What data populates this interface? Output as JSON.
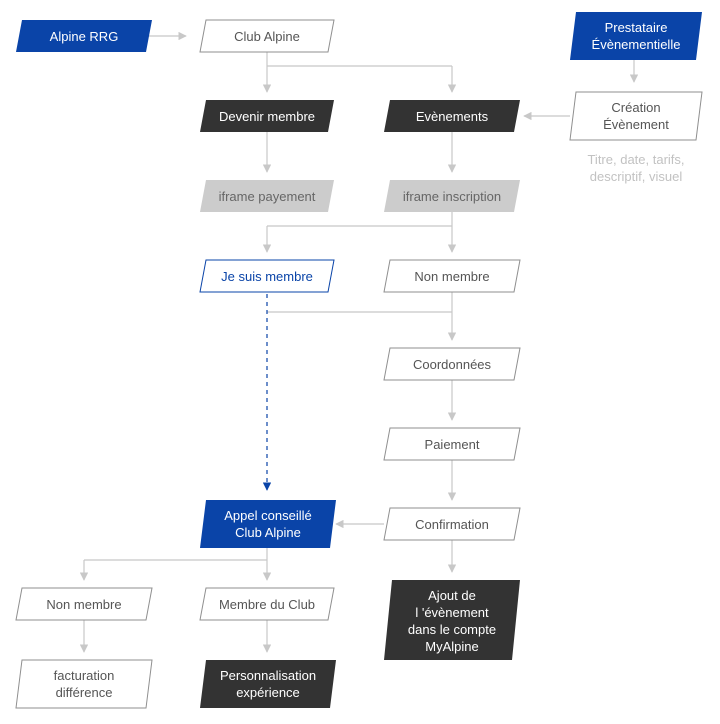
{
  "colors": {
    "blue": "#0a44a8",
    "dark": "#333333",
    "gray_fill": "#cccccc",
    "outline": "#8f8f8f",
    "arrow": "#c8c8c8",
    "text_dark": "#555555",
    "text_light": "#ffffff",
    "note_text": "#c2c2c2"
  },
  "nodes": {
    "alpine_rrg": {
      "lines": [
        "Alpine RRG"
      ],
      "style": "blue"
    },
    "club_alpine": {
      "lines": [
        "Club Alpine"
      ],
      "style": "outline"
    },
    "prestataire": {
      "lines": [
        "Prestataire",
        "Évènementielle"
      ],
      "style": "blue"
    },
    "devenir_membre": {
      "lines": [
        "Devenir membre"
      ],
      "style": "dark"
    },
    "evenements": {
      "lines": [
        "Evènements"
      ],
      "style": "dark"
    },
    "creation_evenement": {
      "lines": [
        "Création",
        "Évènement"
      ],
      "style": "outline"
    },
    "iframe_payement": {
      "lines": [
        "iframe payement"
      ],
      "style": "gray"
    },
    "iframe_inscription": {
      "lines": [
        "iframe inscription"
      ],
      "style": "gray"
    },
    "je_suis_membre": {
      "lines": [
        "Je suis membre"
      ],
      "style": "blue-outline"
    },
    "non_membre_top": {
      "lines": [
        "Non membre"
      ],
      "style": "outline"
    },
    "coordonnees": {
      "lines": [
        "Coordonnées"
      ],
      "style": "outline"
    },
    "paiement": {
      "lines": [
        "Paiement"
      ],
      "style": "outline"
    },
    "confirmation": {
      "lines": [
        "Confirmation"
      ],
      "style": "outline"
    },
    "appel_conseille": {
      "lines": [
        "Appel conseillé",
        "Club Alpine"
      ],
      "style": "blue"
    },
    "non_membre_bottom": {
      "lines": [
        "Non membre"
      ],
      "style": "outline"
    },
    "membre_du_club": {
      "lines": [
        "Membre du Club"
      ],
      "style": "outline"
    },
    "ajout_evenement": {
      "lines": [
        "Ajout de",
        "l 'évènement",
        "dans le compte",
        "MyAlpine"
      ],
      "style": "dark"
    },
    "facturation": {
      "lines": [
        "facturation",
        "différence"
      ],
      "style": "outline"
    },
    "personnalisation": {
      "lines": [
        "Personnalisation",
        "expérience"
      ],
      "style": "dark"
    }
  },
  "note": {
    "lines": [
      "Titre, date, tarifs,",
      "descriptif, visuel"
    ]
  }
}
